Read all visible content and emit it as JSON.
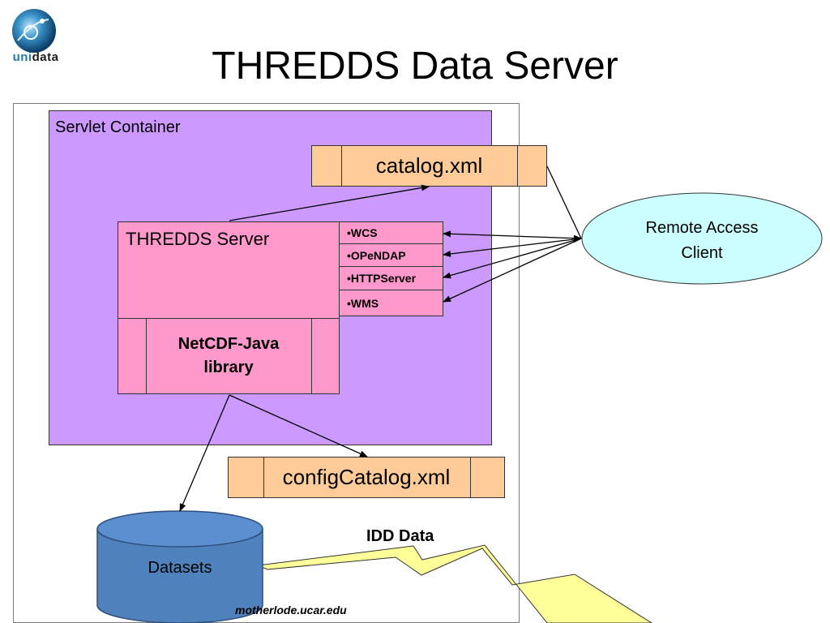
{
  "title": "THREDDS Data Server",
  "logo": {
    "text_part1": "uni",
    "text_part2": "data"
  },
  "diagram": {
    "servlet_container": "Servlet Container",
    "catalog_file": "catalog.xml",
    "config_file": "configCatalog.xml",
    "thredds_server": "THREDDS Server",
    "services": [
      "•WCS",
      "•OPeNDAP",
      "•HTTPServer",
      "•WMS"
    ],
    "netcdf_library": {
      "line1": "NetCDF-Java",
      "line2": "library"
    },
    "remote_client": {
      "line1": "Remote Access",
      "line2": "Client"
    },
    "datasets": "Datasets",
    "idd_data": "IDD Data",
    "host": "motherlode.ucar.edu"
  },
  "colors": {
    "servlet_fill": "#cc99ff",
    "server_fill": "#ff99cc",
    "file_fill": "#ffcc99",
    "client_fill": "#ccffff",
    "datasets_fill": "#4f81bd",
    "lightning_fill": "#ffff99"
  }
}
